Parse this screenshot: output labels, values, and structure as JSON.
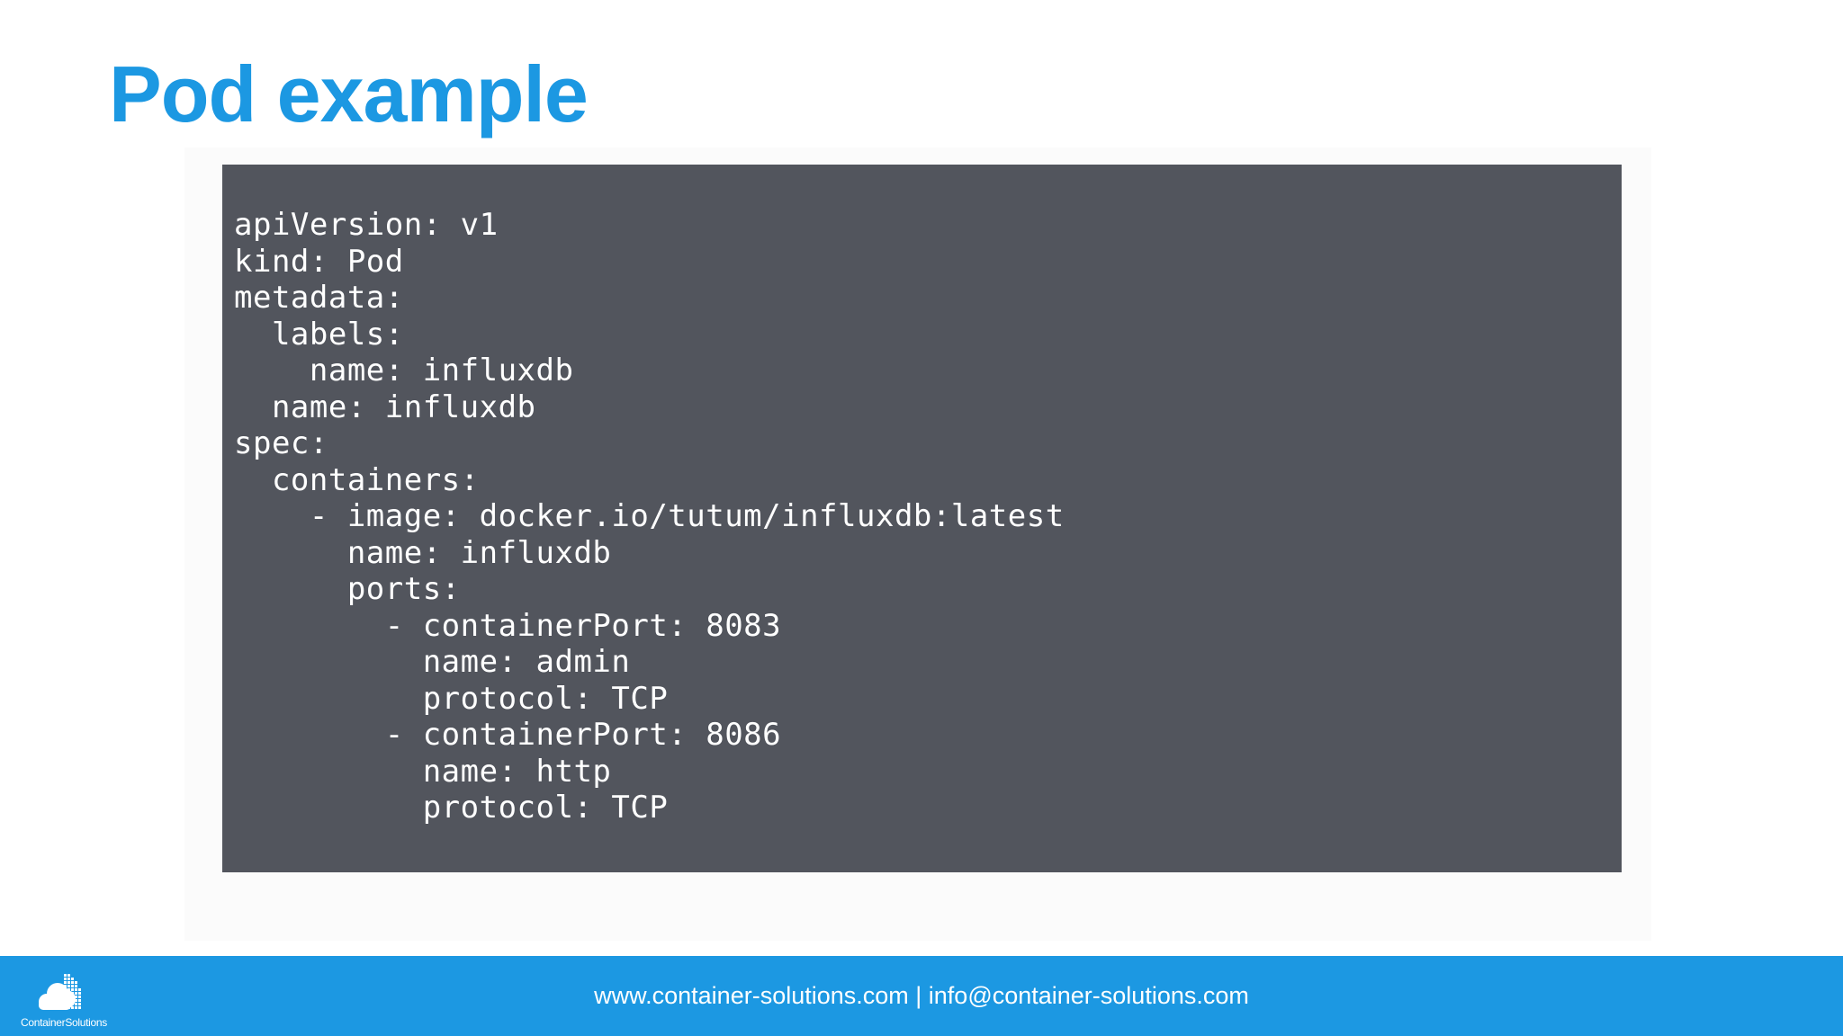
{
  "slide": {
    "title": "Pod example"
  },
  "code": {
    "lines": [
      "apiVersion: v1",
      "kind: Pod",
      "metadata:",
      "  labels:",
      "    name: influxdb",
      "  name: influxdb",
      "spec:",
      "  containers:",
      "    - image: docker.io/tutum/influxdb:latest",
      "      name: influxdb",
      "      ports:",
      "        - containerPort: 8083",
      "          name: admin",
      "          protocol: TCP",
      "        - containerPort: 8086",
      "          name: http",
      "          protocol: TCP"
    ]
  },
  "footer": {
    "logo_text": "ContainerSolutions",
    "logo_icon": "cloud-grid-icon",
    "contact": "www.container-solutions.com | info@container-solutions.com"
  },
  "colors": {
    "accent": "#1c98e2",
    "code_background": "#52555d",
    "code_text": "#ffffff",
    "background": "#ffffff"
  }
}
